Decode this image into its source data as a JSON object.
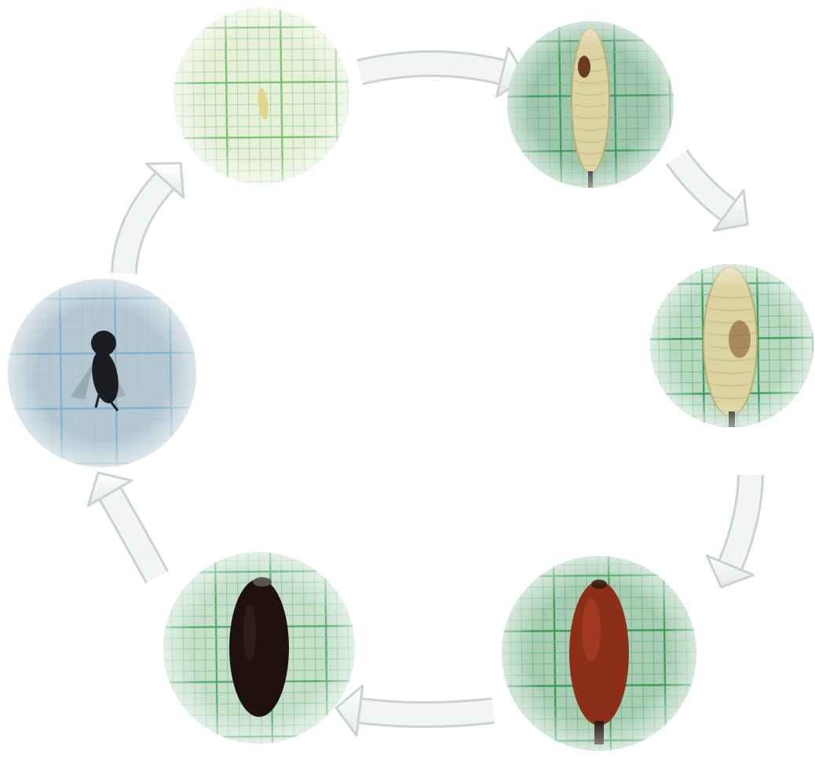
{
  "diagram": {
    "stages": [
      {
        "id": "egg",
        "subject": "egg",
        "grid_tint": "#e8efd9",
        "line_major": "#6fbf6a",
        "line_minor": "#a9d6a0"
      },
      {
        "id": "larva-1",
        "subject": "larva",
        "grid_tint": "#9fc6ae",
        "line_major": "#3a9a57",
        "line_minor": "#78b88a"
      },
      {
        "id": "larva-2",
        "subject": "larva-prepupa",
        "grid_tint": "#b8d8c2",
        "line_major": "#2f9a4f",
        "line_minor": "#72bb86"
      },
      {
        "id": "pupa-red",
        "subject": "pupa-red",
        "grid_tint": "#a9cdb4",
        "line_major": "#2e9a4e",
        "line_minor": "#6eb883"
      },
      {
        "id": "pupa-dark",
        "subject": "pupa-dark",
        "grid_tint": "#c5dfca",
        "line_major": "#4aa866",
        "line_minor": "#8cc79b"
      },
      {
        "id": "adult",
        "subject": "adult-fly",
        "grid_tint": "#b5c8d2",
        "line_major": "#7faec7",
        "line_minor": "#a5c4d4"
      }
    ],
    "colors": {
      "arrow_fill": "#f3f5f3",
      "arrow_edge": "#c9d3d0",
      "egg": "#e3d58a",
      "larva": "#dcd3a1",
      "larva_head": "#6b3a22",
      "pupa_red": "#8c2f18",
      "pupa_dark": "#1f120e",
      "fly_body": "#1b1d22",
      "fly_wing": "#8a98a3"
    }
  }
}
